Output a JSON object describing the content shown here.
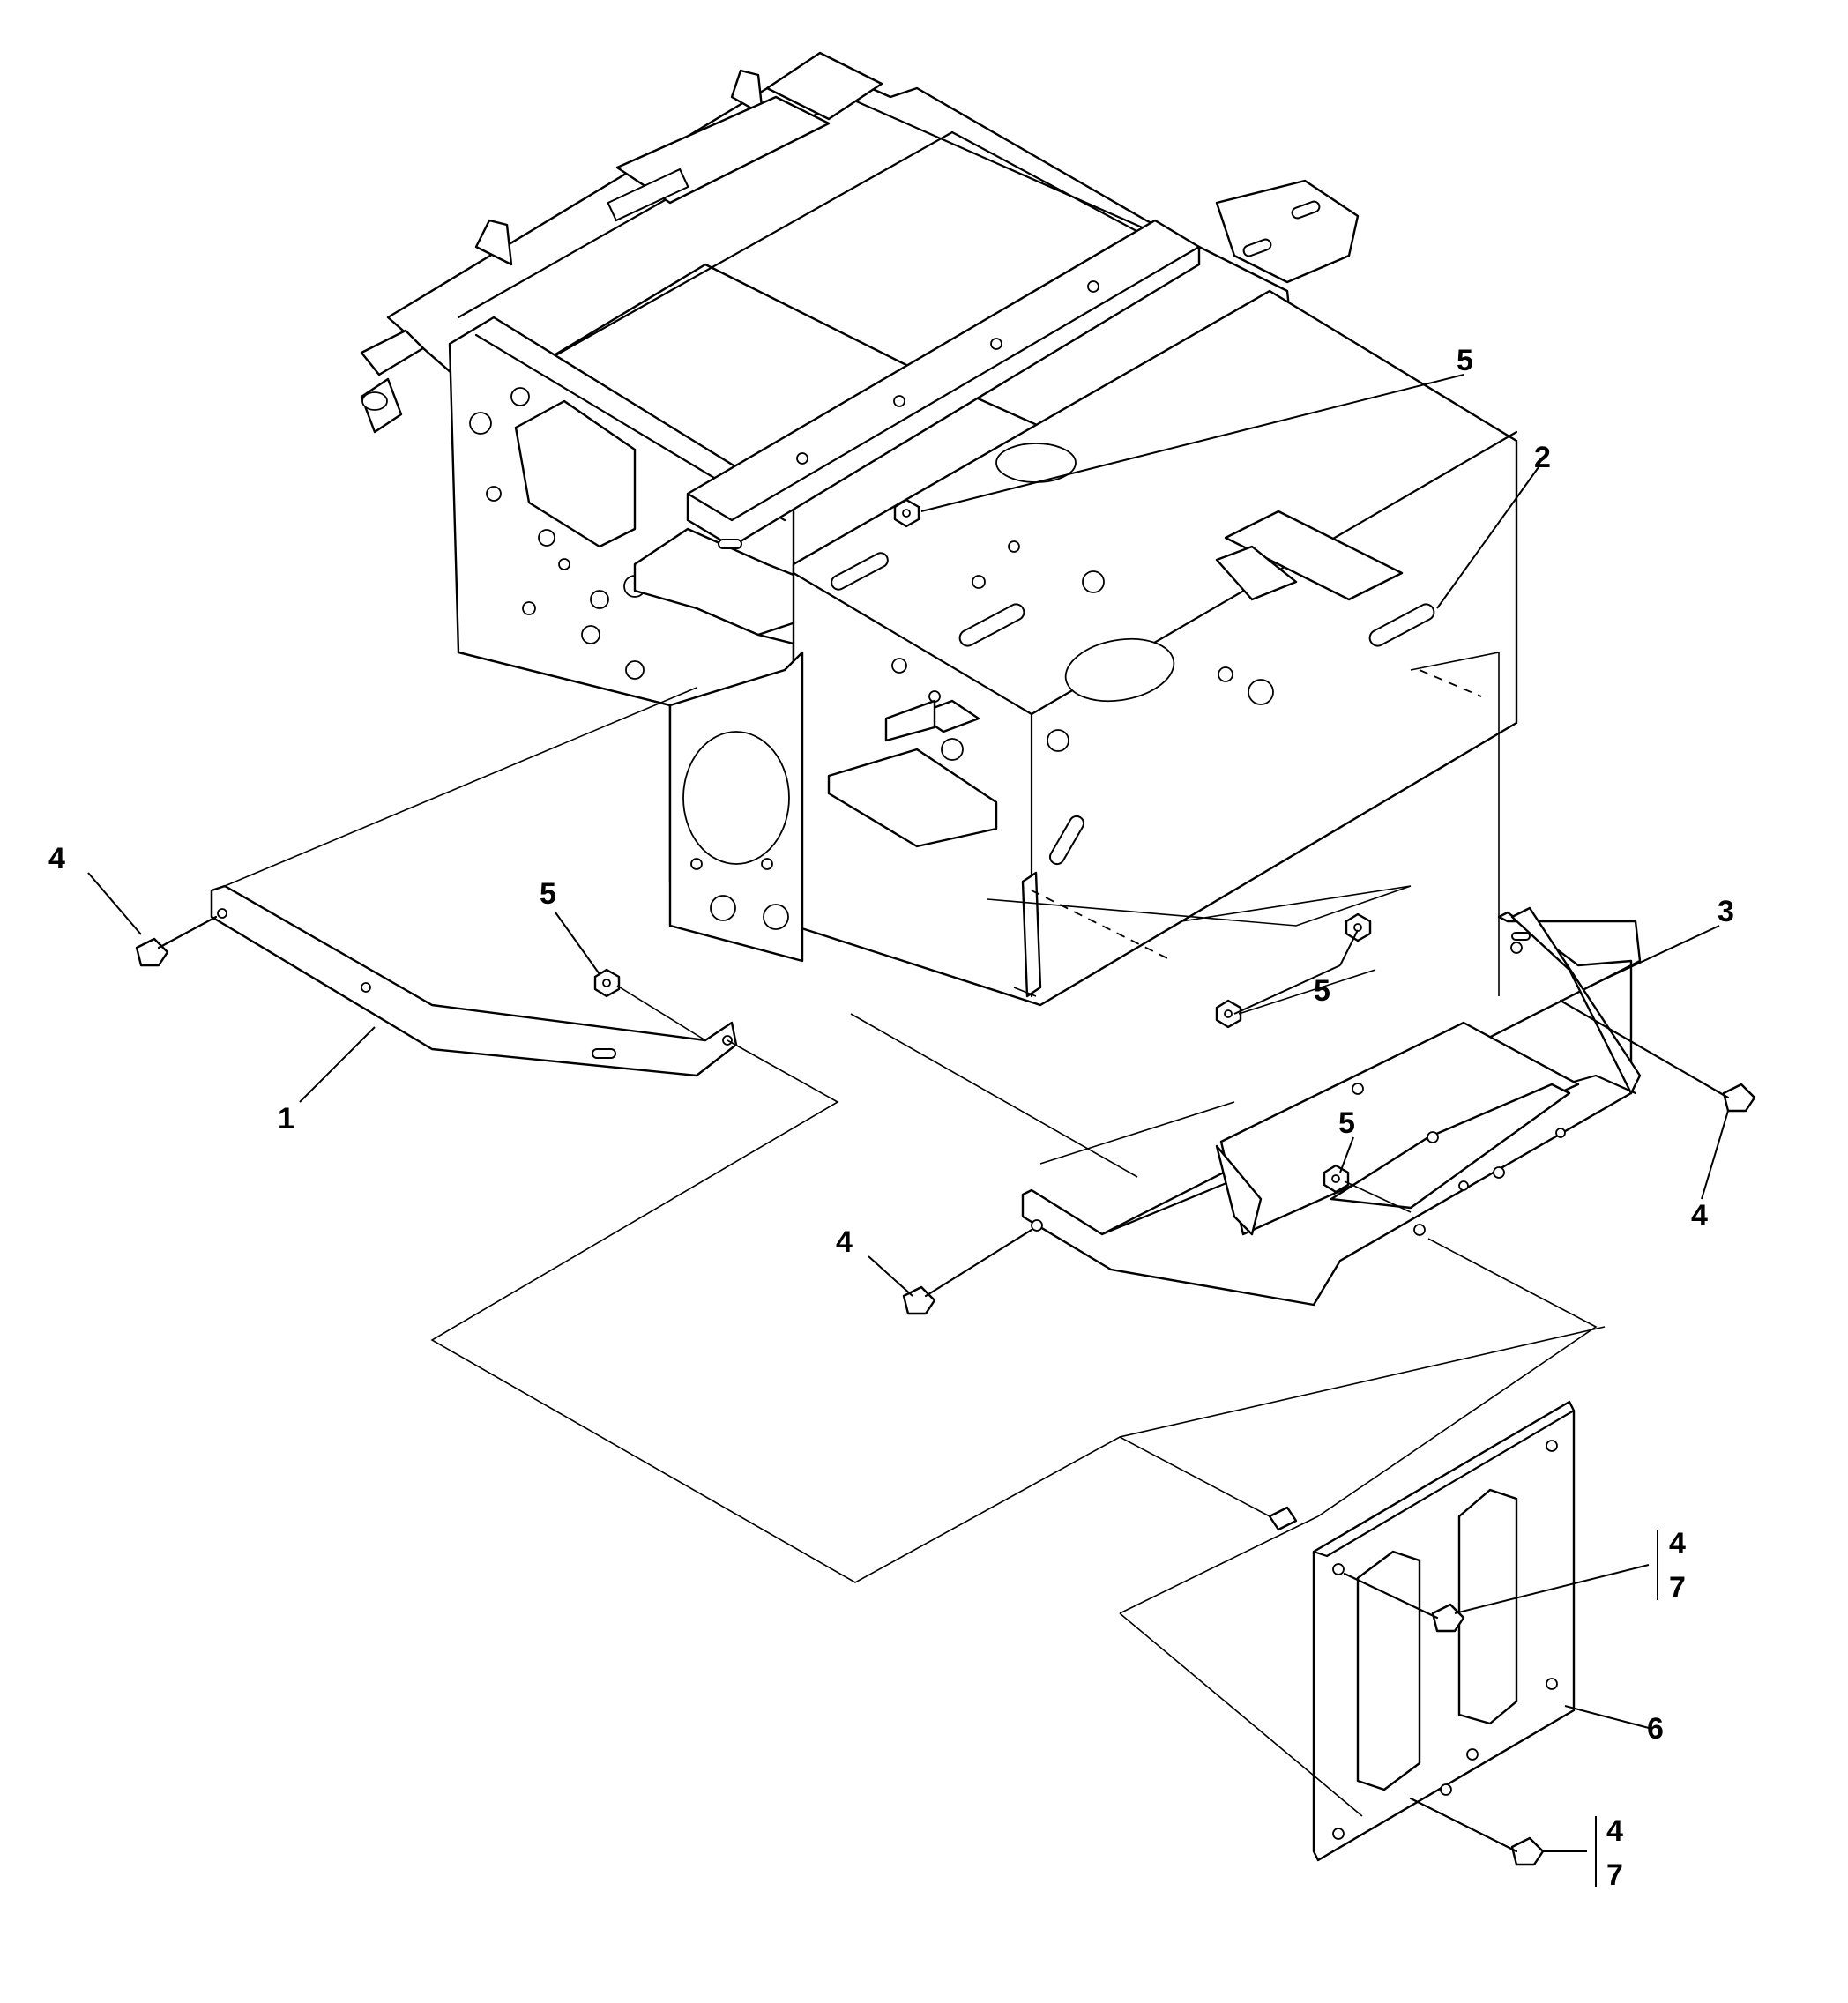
{
  "callouts": [
    {
      "id": "c1",
      "label": "1"
    },
    {
      "id": "c2",
      "label": "2"
    },
    {
      "id": "c3",
      "label": "3"
    },
    {
      "id": "c4a",
      "label": "4"
    },
    {
      "id": "c4b",
      "label": "4"
    },
    {
      "id": "c4c",
      "label": "4"
    },
    {
      "id": "c4d",
      "label": "4"
    },
    {
      "id": "c4e",
      "label": "4"
    },
    {
      "id": "c5a",
      "label": "5"
    },
    {
      "id": "c5b",
      "label": "5"
    },
    {
      "id": "c5c",
      "label": "5"
    },
    {
      "id": "c5d",
      "label": "5"
    },
    {
      "id": "c6",
      "label": "6"
    },
    {
      "id": "c7a",
      "label": "7"
    },
    {
      "id": "c7b",
      "label": "7"
    }
  ]
}
